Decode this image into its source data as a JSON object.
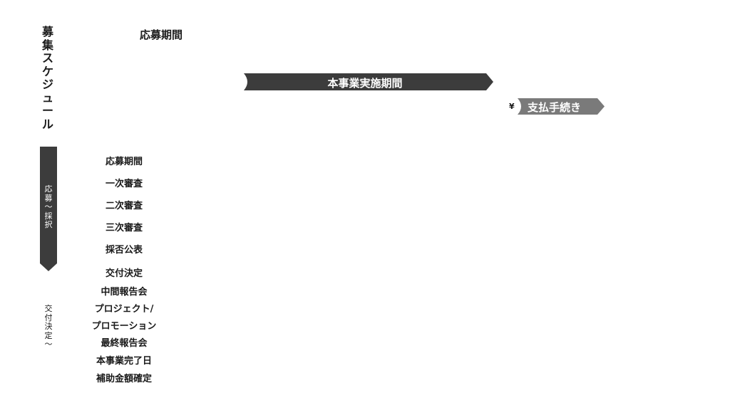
{
  "sidebar_title": "募集スケジュール",
  "column_header": "応募期間",
  "bars": {
    "main_period": "本事業実施期間",
    "payment": "支払手続き",
    "payment_icon": "yen-icon",
    "yen_symbol": "¥"
  },
  "phases": {
    "phase1": "応募～採択",
    "phase2": "交付決定～"
  },
  "steps": [
    "応募期間",
    "一次審査",
    "二次審査",
    "三次審査",
    "採否公表",
    "交付決定",
    "中間報告会",
    "プロジェクト/",
    "プロモーション",
    "最終報告会",
    "本事業完了日",
    "補助金額確定"
  ],
  "colors": {
    "main_bar": "#3c3c3c",
    "payment_bar": "#7a7a7a",
    "phase1_bg": "#3c3c3c"
  }
}
